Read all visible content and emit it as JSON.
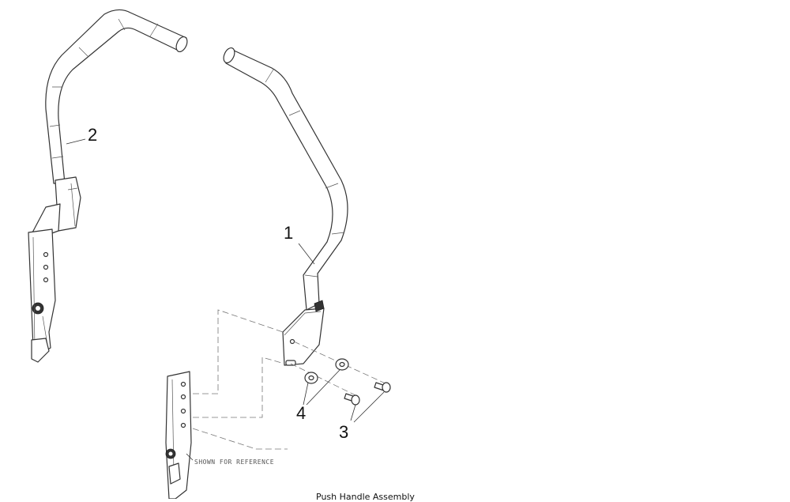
{
  "callouts": {
    "part_1": "1",
    "part_2": "2",
    "part_3": "3",
    "part_4": "4"
  },
  "reference_note": "SHOWN FOR REFERENCE",
  "footer_text": "Push Handle Assembly",
  "colors": {
    "line": "#333333",
    "fill": "#ffffff",
    "hidden": "#555555"
  }
}
